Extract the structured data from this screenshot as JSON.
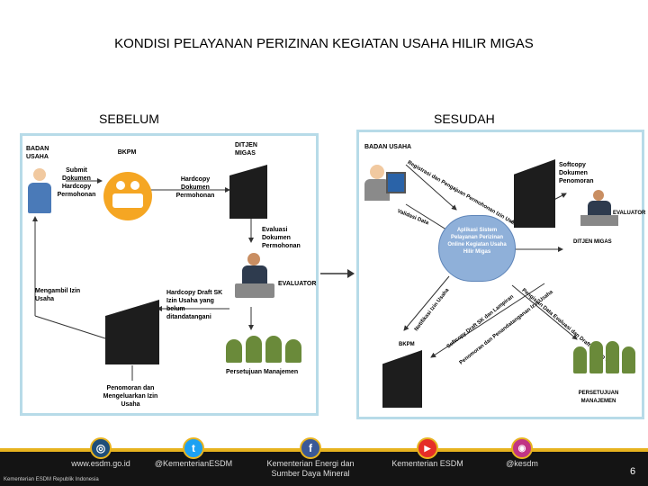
{
  "title": "KONDISI PELAYANAN PERIZINAN KEGIATAN USAHA HILIR MIGAS",
  "left": {
    "heading": "SEBELUM",
    "badan_usaha": "BADAN USAHA",
    "bkpm": "BKPM",
    "ditjen": "DITJEN MIGAS",
    "submit": "Submit Dokumen Hardcopy Permohonan",
    "hardcopy1": "Hardcopy Dokumen Permohonan",
    "evaluasi": "Evaluasi Dokumen Permohonan",
    "evaluator": "EVALUATOR",
    "mengambil": "Mengambil Izin Usaha",
    "hardcopy2": "Hardcopy Draft SK Izin Usaha yang belum ditandatangani",
    "persetujuan": "Persetujuan Manajemen",
    "penomoran": "Penomoran dan Mengeluarkan Izin Usaha"
  },
  "right": {
    "heading": "SESUDAH",
    "badan_usaha": "BADAN USAHA",
    "softcopy": "Softcopy Dokumen Penomoran",
    "evaluator": "EVALUATOR",
    "ditjen": "DITJEN MIGAS",
    "bkpm": "BKPM",
    "cloud": "Aplikasi Sistem Pelayanan Perizinan Online Kegiatan Usaha Hilir Migas",
    "registrasi": "Registrasi dan Pengajuan Permohonan Izin Usaha",
    "validasi": "Validasi Data",
    "notif_left": "Notifikasi Izin Usaha",
    "pengisian": "Pengisian Data Evaluasi dan Draft SK Izin Usaha",
    "softcopy2": "Softcopy Draft SK dan Lampiran",
    "penomoran": "Penomoran dan Penandatanganan Izin Usaha",
    "persetujuan": "PERSETUJUAN MANAJEMEN"
  },
  "footer": {
    "website": "www.esdm.go.id",
    "twitter": "@KementerianESDM",
    "facebook": "Kementerian Energi dan Sumber Daya Mineral",
    "youtube": "Kementerian ESDM",
    "instagram": "@kesdm",
    "copyright": "Kementerian ESDM Republik Indonesia",
    "page": "6"
  },
  "colors": {
    "border": "#b7dbe8",
    "orange": "#f5a623",
    "green": "#6a8a3a",
    "cloud": "#8fb0d9",
    "footer_accent": "#e7b31f"
  }
}
